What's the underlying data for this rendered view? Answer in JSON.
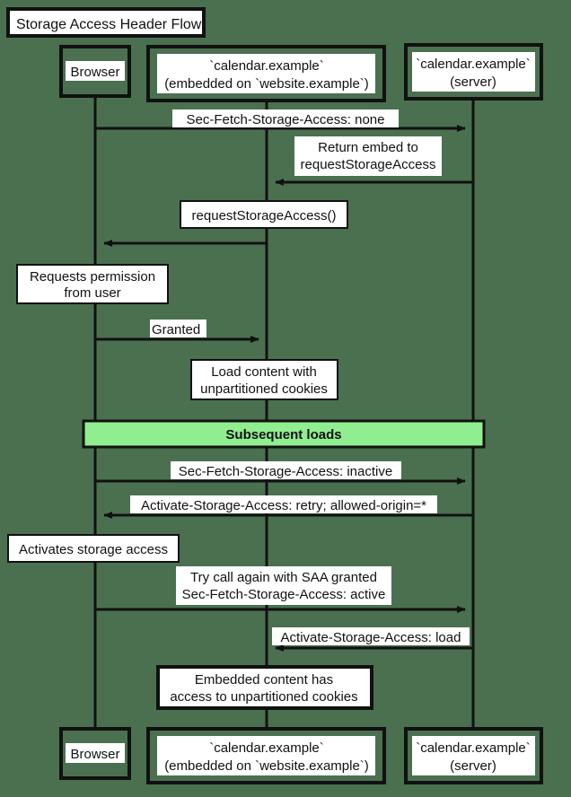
{
  "diagram": {
    "title": "Storage Access Header Flow",
    "background_color": "#4a7050",
    "accent_color": "#90ee90",
    "line_color": "#111111",
    "note_fill": "#ffffff"
  },
  "participants": [
    {
      "id": "browser",
      "line1": "Browser",
      "line2": ""
    },
    {
      "id": "embed",
      "line1": "`calendar.example`",
      "line2": "(embedded on `website.example`)"
    },
    {
      "id": "server",
      "line1": "`calendar.example`",
      "line2": "(server)"
    }
  ],
  "messages": [
    {
      "id": "m1",
      "label": "Sec-Fetch-Storage-Access: none",
      "from": "browser",
      "to": "server",
      "direction": "right"
    },
    {
      "id": "m2",
      "label_line1": "Return embed to",
      "label_line2": "requestStorageAccess",
      "from": "server",
      "to": "embed",
      "direction": "left"
    },
    {
      "id": "m3",
      "label": "requestStorageAccess()",
      "from": "embed",
      "to": "browser",
      "direction": "left"
    },
    {
      "id": "m4",
      "label": "Granted",
      "from": "browser",
      "to": "embed",
      "direction": "right"
    },
    {
      "id": "m5",
      "label": "Sec-Fetch-Storage-Access: inactive",
      "from": "browser",
      "to": "server",
      "direction": "right"
    },
    {
      "id": "m6",
      "label": "Activate-Storage-Access: retry; allowed-origin=*",
      "from": "server",
      "to": "browser",
      "direction": "left"
    },
    {
      "id": "m7",
      "label_line1": "Try call again with SAA granted",
      "label_line2": "Sec-Fetch-Storage-Access: active",
      "from": "browser",
      "to": "server",
      "direction": "right"
    },
    {
      "id": "m8",
      "label": "Activate-Storage-Access: load",
      "from": "server",
      "to": "embed",
      "direction": "left"
    }
  ],
  "notes": [
    {
      "id": "n1",
      "line1": "Requests permission",
      "line2": "from user",
      "over": "browser"
    },
    {
      "id": "n2",
      "line1": "Load content with",
      "line2": "unpartitioned cookies",
      "over": "embed"
    },
    {
      "id": "n3",
      "line1": "Activates storage access",
      "line2": "",
      "over": "browser"
    },
    {
      "id": "n4",
      "line1": "Embedded content has",
      "line2": "access to unpartitioned cookies",
      "over": "embed"
    }
  ],
  "sections": [
    {
      "id": "s1",
      "label": "Subsequent loads",
      "color": "#90ee90"
    }
  ]
}
